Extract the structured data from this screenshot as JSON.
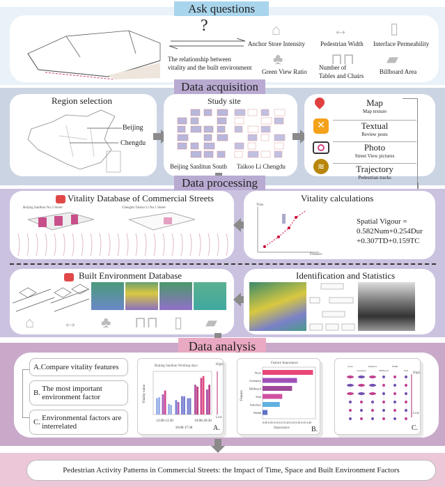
{
  "ask": {
    "title": "Ask questions",
    "question_mark": "?",
    "relationship_line1": "The relationship between",
    "relationship_line2": "vitality and the built environment",
    "factors": [
      "Anchor Store Intensity",
      "Pedestrian Width",
      "Interface Permeability",
      "Green View Ratio",
      "Number of",
      "Tables and Chairs",
      "Billboard Area"
    ]
  },
  "acquisition": {
    "title": "Data acquisition",
    "region_title": "Region selection",
    "cities": [
      "Beijing",
      "Chengdu"
    ],
    "study_title": "Study site",
    "sites": [
      "Beijing Sanlitun South",
      "Taikoo Li Chengdu"
    ],
    "sources": [
      {
        "title": "Map",
        "sub": "Map texture"
      },
      {
        "title": "Textual",
        "sub": "Review posts"
      },
      {
        "title": "Photo",
        "sub": "Street View pictures"
      },
      {
        "title": "Trajectory",
        "sub": "Pedestrian tracks"
      }
    ]
  },
  "processing": {
    "title": "Data processing",
    "vitality_db_title": "Vitality Database of Commercial Streets",
    "street_a": "Beijing Sanlitun No.3 Street",
    "street_b": "Chengdu Taikoo Li No.1 Street",
    "calc_title": "Vitality calculations",
    "formula_1": "Spatial Vigour =",
    "formula_2": "0.582Num+0.254Dur",
    "formula_3": "+0.307TD+0.159TC",
    "calc_axis_time": "Time",
    "calc_axis_distance": "Distance",
    "built_db_title": "Built Environment Database",
    "ident_title": "Identification and Statistics"
  },
  "analysis": {
    "title": "Data analysis",
    "items": [
      {
        "letter": "A.",
        "text": "Compare vitality features"
      },
      {
        "letter": "B.",
        "text": "The most important environment factor"
      },
      {
        "letter": "C.",
        "text": "Environmental factors are interrelated"
      }
    ],
    "chart_a": {
      "title": "Beijing Sanlitun Working days",
      "ylabel": "Vitality value",
      "groups": [
        "12:00-13:30",
        "16:00-17:30",
        "19:00-20:30"
      ],
      "high": "High",
      "low": "Low",
      "tag": "A.",
      "values": [
        [
          17,
          18
        ],
        [
          21,
          25
        ],
        [
          11,
          10
        ],
        [
          15,
          13
        ],
        [
          19,
          19
        ],
        [
          17,
          17
        ],
        [
          31,
          29
        ],
        [
          38,
          40
        ],
        [
          26,
          31
        ]
      ]
    },
    "chart_b": {
      "title": "Feature Importance",
      "ylabel": "Feature",
      "xlabel": "Importance",
      "tag": "B.",
      "features": [
        "Store",
        "Greenery",
        "Billboard",
        "Seat",
        "Interface",
        "Width"
      ],
      "values": [
        0.41,
        0.28,
        0.24,
        0.16,
        0.14,
        0.04
      ],
      "ticks": "0.00 0.05 0.10 0.15 0.20 0.25 0.30 0.35 0.40"
    },
    "chart_c": {
      "cols": [
        "Store",
        "Greenery",
        "Interface",
        "Billboard",
        "Width",
        "Seat"
      ],
      "tag": "C.",
      "high": "High",
      "low": "Low"
    }
  },
  "conclusion": "Pedestrian Activity Patterns in Commercial Streets: the Impact of Time, Space and Built Environment Factors",
  "colors": {
    "ask_title": "#a9d5ec",
    "acq_band": "#cbd4e3",
    "proc_band": "#cbc2e0",
    "ana_band": "#c9a9c9",
    "ana_title": "#eaa9c2",
    "final_band": "#ebc7d7"
  }
}
